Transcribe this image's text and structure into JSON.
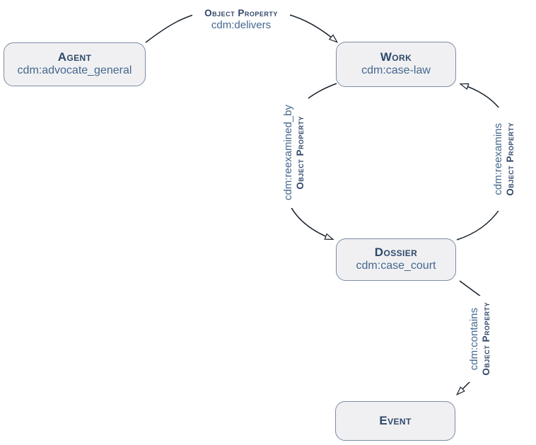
{
  "diagram": {
    "type": "ontology-relationship-graph",
    "background_color": "#ffffff",
    "node_fill": "#f0f0f2",
    "node_border": "#7d8ca5",
    "title_color": "#2e4a6b",
    "subtitle_color": "#44688f",
    "edge_color": "#1c2a3a",
    "nodes": [
      {
        "id": "agent",
        "title": "Agent",
        "subtitle": "cdm:advocate_general"
      },
      {
        "id": "work",
        "title": "Work",
        "subtitle": "cdm:case-law"
      },
      {
        "id": "dossier",
        "title": "Dossier",
        "subtitle": "cdm:case_court"
      },
      {
        "id": "event",
        "title": "Event",
        "subtitle": ""
      }
    ],
    "edges": [
      {
        "id": "agent-delivers-work",
        "from": "agent",
        "to": "work",
        "kind": "Object Property",
        "name": "cdm:delivers",
        "orientation": "horizontal"
      },
      {
        "id": "work-reexamined-by-dossier",
        "from": "work",
        "to": "dossier",
        "kind": "Object Property",
        "name": "cdm:reexamined_by",
        "orientation": "vertical"
      },
      {
        "id": "dossier-reexamins-work",
        "from": "dossier",
        "to": "work",
        "kind": "Object Property",
        "name": "cdm:reexamins",
        "orientation": "vertical"
      },
      {
        "id": "dossier-contains-event",
        "from": "dossier",
        "to": "event",
        "kind": "Object Property",
        "name": "cdm:contains",
        "orientation": "vertical"
      }
    ]
  }
}
